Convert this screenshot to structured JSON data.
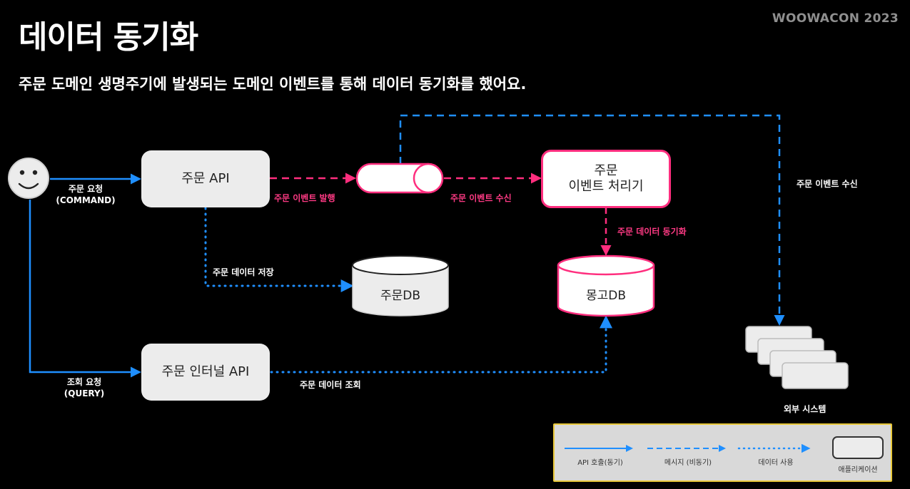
{
  "header": {
    "title": "데이터 동기화",
    "brand": "WOOWACON 2023",
    "subtitle": "주문 도메인 생명주기에 발생되는 도메인 이벤트를 통해 데이터 동기화를 했어요."
  },
  "nodes": {
    "order_api": "주문 API",
    "event_processor_line1": "주문",
    "event_processor_line2": "이벤트 처리기",
    "order_db": "주문DB",
    "mongo_db": "몽고DB",
    "internal_api": "주문 인터널 API",
    "external_systems": "외부 시스템"
  },
  "labels": {
    "order_request_line1": "주문 요청",
    "order_request_line2": "(COMMAND)",
    "query_request_line1": "조회 요청",
    "query_request_line2": "(QUERY)",
    "event_publish": "주문 이벤트 발행",
    "event_receive": "주문 이벤트 수신",
    "data_sync": "주문 데이터 동기화",
    "data_save": "주문 데이터 저장",
    "data_query": "주문 데이터 조회",
    "external_event_receive": "주문 이벤트 수신"
  },
  "legend": {
    "api_call": "API 호출(동기)",
    "message": "메시지 (비동기)",
    "data_use": "데이터 사용",
    "application": "애플리케이션"
  },
  "colors": {
    "background": "#000000",
    "blue": "#1f8fff",
    "pink": "#ff2e7e",
    "box": "#ececec",
    "legend_border": "#e8c83a"
  }
}
